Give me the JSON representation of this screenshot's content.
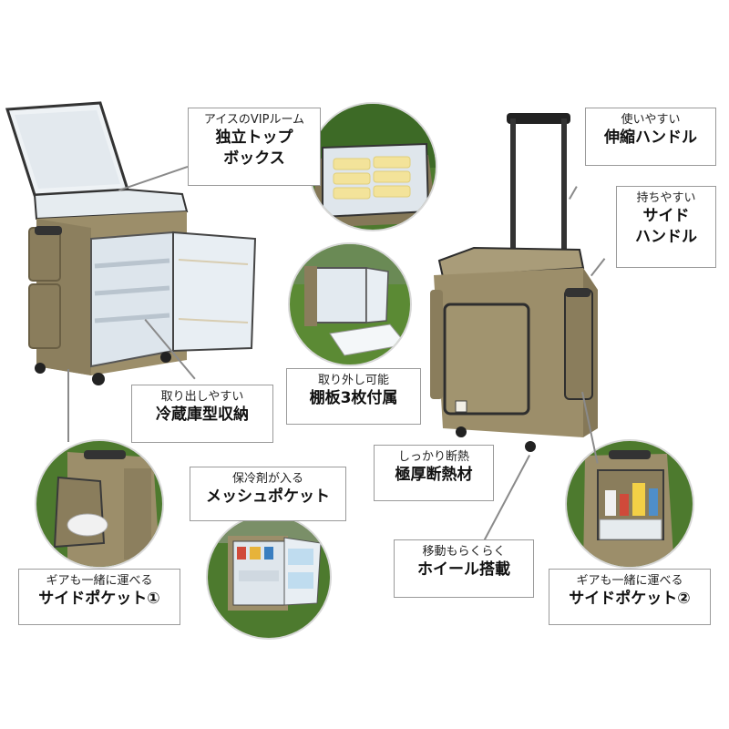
{
  "callouts": {
    "top_box": {
      "sub": "アイスのVIPルーム",
      "main_1": "独立トップ",
      "main_2": "ボックス"
    },
    "handle": {
      "sub": "使いやすい",
      "main": "伸縮ハンドル"
    },
    "side_handle": {
      "sub": "持ちやすい",
      "main_1": "サイド",
      "main_2": "ハンドル"
    },
    "shelves": {
      "sub": "取り外し可能",
      "main": "棚板3枚付属"
    },
    "storage": {
      "sub": "取り出しやすい",
      "main": "冷蔵庫型収納"
    },
    "insulation": {
      "sub": "しっかり断熱",
      "main": "極厚断熱材"
    },
    "mesh": {
      "sub": "保冷剤が入る",
      "main": "メッシュポケット"
    },
    "wheel": {
      "sub": "移動もらくらく",
      "main": "ホイール搭載"
    },
    "side_pocket_1": {
      "sub": "ギアも一緒に運べる",
      "main": "サイドポケット①"
    },
    "side_pocket_2": {
      "sub": "ギアも一緒に運べる",
      "main": "サイドポケット②"
    }
  },
  "colors": {
    "khaki": "#9c8e6a",
    "khaki_dark": "#7e7152",
    "liner": "#dfe6ec",
    "grass": "#4d7a2e"
  }
}
